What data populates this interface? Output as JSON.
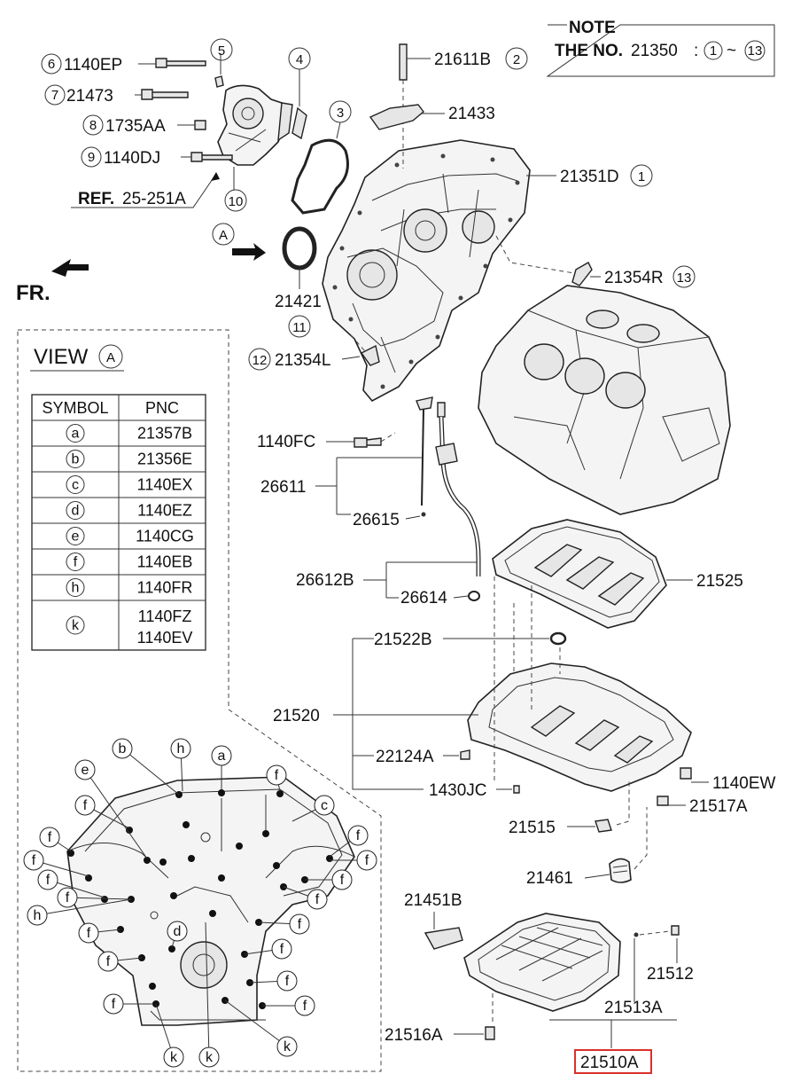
{
  "note": {
    "title": "NOTE",
    "line_prefix": "THE NO.",
    "part_no": "21350",
    "colon": ":",
    "range_from": "1",
    "tilde": "~",
    "range_to": "13"
  },
  "front_marker": "FR.",
  "view_marker": "A",
  "reference": {
    "prefix": "REF.",
    "code": "25-251A"
  },
  "callouts": {
    "c_1140EP": {
      "num": "6",
      "text": "1140EP"
    },
    "c_21473": {
      "num": "7",
      "text": "21473"
    },
    "c_1735AA": {
      "num": "8",
      "text": "1735AA"
    },
    "c_1140DJ": {
      "num": "9",
      "text": "1140DJ"
    },
    "c_5": {
      "num": "5"
    },
    "c_4": {
      "num": "4"
    },
    "c_3": {
      "num": "3"
    },
    "c_10": {
      "num": "10"
    },
    "c_21611B": {
      "num": "2",
      "text": "21611B"
    },
    "c_21433": {
      "text": "21433"
    },
    "c_21351D": {
      "num": "1",
      "text": "21351D"
    },
    "c_21421": {
      "num": "11",
      "text": "21421"
    },
    "c_21354R": {
      "num": "13",
      "text": "21354R"
    },
    "c_21354L": {
      "num": "12",
      "text": "21354L"
    },
    "c_1140FC": {
      "text": "1140FC"
    },
    "c_26611": {
      "text": "26611"
    },
    "c_26615": {
      "text": "26615"
    },
    "c_26612B": {
      "text": "26612B"
    },
    "c_26614": {
      "text": "26614"
    },
    "c_21525": {
      "text": "21525"
    },
    "c_21522B": {
      "text": "21522B"
    },
    "c_21520": {
      "text": "21520"
    },
    "c_22124A": {
      "text": "22124A"
    },
    "c_1430JC": {
      "text": "1430JC"
    },
    "c_1140EW": {
      "text": "1140EW"
    },
    "c_21517A": {
      "text": "21517A"
    },
    "c_21515": {
      "text": "21515"
    },
    "c_21461": {
      "text": "21461"
    },
    "c_21451B": {
      "text": "21451B"
    },
    "c_21512": {
      "text": "21512"
    },
    "c_21513A": {
      "text": "21513A"
    },
    "c_21516A": {
      "text": "21516A"
    },
    "c_21510A": {
      "text": "21510A"
    }
  },
  "view_a": {
    "title": "VIEW",
    "marker": "A",
    "table": {
      "headers": [
        "SYMBOL",
        "PNC"
      ],
      "rows": [
        {
          "symbol": "a",
          "pnc": "21357B"
        },
        {
          "symbol": "b",
          "pnc": "21356E"
        },
        {
          "symbol": "c",
          "pnc": "1140EX"
        },
        {
          "symbol": "d",
          "pnc": "1140EZ"
        },
        {
          "symbol": "e",
          "pnc": "1140CG"
        },
        {
          "symbol": "f",
          "pnc": "1140EB"
        },
        {
          "symbol": "h",
          "pnc": "1140FR"
        },
        {
          "symbol": "k",
          "pnc": "1140FZ",
          "pnc2": "1140EV"
        }
      ]
    },
    "symbol_labels": {
      "b": "b",
      "h": "h",
      "a": "a",
      "e": "e",
      "c": "c",
      "d": "d",
      "k": "k",
      "f": "f"
    }
  },
  "colors": {
    "line": "#222222",
    "fill": "#f4f4f4",
    "highlight": "#d9312b"
  }
}
